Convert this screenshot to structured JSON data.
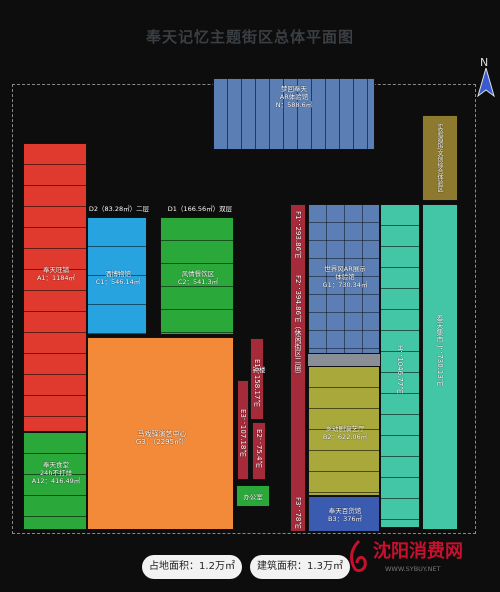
{
  "title": "奉天记忆主题街区总体平面图",
  "compass": {
    "north_label": "N"
  },
  "areas": {
    "top_hall": {
      "name": "梦回奉天",
      "sub": "AR体验馆",
      "code_area": "N：588.6㎡"
    },
    "market": {
      "name": "奉天旺铺",
      "code_area": "A1：1184㎡"
    },
    "d_labels": {
      "d2": "D2（83.28㎡）二层",
      "d1": "D1（166.56㎡）双层"
    },
    "museum": {
      "name": "酒博物馆",
      "code_area": "C1：546.14㎡"
    },
    "catering": {
      "name": "风情餐饮区",
      "code_area": "C2：541.3㎡"
    },
    "theater": {
      "name": "马戏驿演艺中心",
      "code_area": "G3：（2295㎡）"
    },
    "canteen": {
      "name": "奉天食堂",
      "sub": "24h不打烊",
      "code_area": "A12：416.49㎡"
    },
    "e1": "E1：158.17㎡",
    "e3": "E3：107.18㎡",
    "e2": "E2：75.4㎡",
    "clock_tower": "钟楼",
    "office": "办公室",
    "f1": "F1：293.86㎡",
    "f2": "F2：394.86㎡（休闲街区二层）",
    "f3": "F3：78㎡",
    "ar_show": {
      "name": "世界风AR展示",
      "sub": "体验馆",
      "code_area": "G1：730.34㎡"
    },
    "h_area": "H：1046.77㎡",
    "art_hall": {
      "name": "乡动剧演艺厅",
      "code_area": "B2：622.06㎡"
    },
    "dept_store": {
      "name": "奉天百货馆",
      "code_area": "B3：376㎡"
    },
    "fair": {
      "name": "奉天集市",
      "code_area": "J：730.13㎡"
    },
    "right_top": "实验酒馆/文创综合体验区"
  },
  "footer": {
    "land_area": "占地面积：1.2万㎡",
    "build_area": "建筑面积：1.3万㎡"
  },
  "watermark": {
    "name": "沈阳消费网",
    "url": "WWW.SYBUY.NET"
  },
  "colors": {
    "red": "#e03a2e",
    "blue": "#27a3e0",
    "green": "#2aa83a",
    "orange": "#f28a3a",
    "slate": "#5b7fb5",
    "olive": "#a9a83a",
    "teal": "#43c6a6",
    "brown": "#8e7a2f",
    "maroon": "#a52a3a"
  }
}
